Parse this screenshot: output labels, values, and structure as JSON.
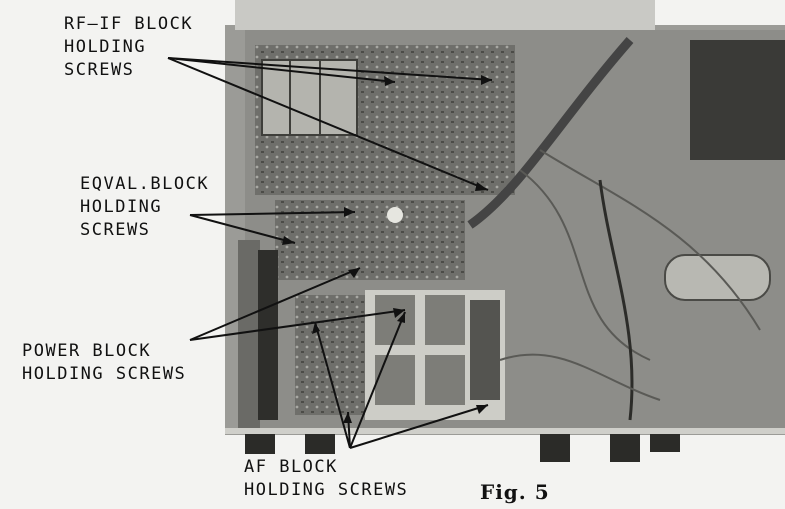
{
  "figure": {
    "caption": "Fig. 5",
    "colors": {
      "paper": "#f3f3f1",
      "chassis": "#8a8a86",
      "board": "#6c6c68",
      "ink": "#111111"
    }
  },
  "callouts": [
    {
      "id": "rf-if",
      "lines": [
        "RF—IF BLOCK",
        "HOLDING",
        "SCREWS"
      ]
    },
    {
      "id": "eqval",
      "lines": [
        "EQVAL.BLOCK",
        "HOLDING",
        "SCREWS"
      ]
    },
    {
      "id": "power",
      "lines": [
        "POWER BLOCK",
        "HOLDING SCREWS"
      ]
    },
    {
      "id": "af",
      "lines": [
        "AF BLOCK",
        "HOLDING SCREWS"
      ]
    }
  ]
}
